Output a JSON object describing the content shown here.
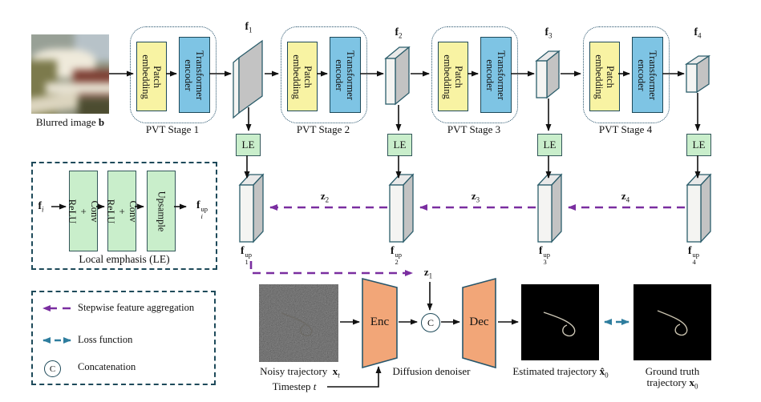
{
  "blurred": {
    "label": "Blurred image",
    "var": "b"
  },
  "stages": [
    {
      "name": "PVT Stage 1",
      "patch": "Patch\nembedding",
      "encoder": "Transformer\nencoder"
    },
    {
      "name": "PVT Stage 2",
      "patch": "Patch\nembedding",
      "encoder": "Transformer\nencoder"
    },
    {
      "name": "PVT Stage 3",
      "patch": "Patch\nembedding",
      "encoder": "Transformer\nencoder"
    },
    {
      "name": "PVT Stage 4",
      "patch": "Patch\nembedding",
      "encoder": "Transformer\nencoder"
    }
  ],
  "features": [
    {
      "base": "f",
      "sub": "1"
    },
    {
      "base": "f",
      "sub": "2"
    },
    {
      "base": "f",
      "sub": "3"
    },
    {
      "base": "f",
      "sub": "4"
    }
  ],
  "le_label": "LE",
  "up_features": [
    {
      "base": "f",
      "sub": "1",
      "sup": "up"
    },
    {
      "base": "f",
      "sub": "2",
      "sup": "up"
    },
    {
      "base": "f",
      "sub": "3",
      "sup": "up"
    },
    {
      "base": "f",
      "sub": "4",
      "sup": "up"
    }
  ],
  "z_links": [
    {
      "base": "z",
      "sub": "2"
    },
    {
      "base": "z",
      "sub": "3"
    },
    {
      "base": "z",
      "sub": "4"
    }
  ],
  "z1": {
    "base": "z",
    "sub": "1"
  },
  "le_detail": {
    "input": {
      "base": "f",
      "sub": "i"
    },
    "block1": "Conv + ReLU",
    "block2": "Conv + ReLU",
    "block3": "Upsample",
    "output": {
      "base": "f",
      "sub": "i",
      "sup": "up"
    },
    "caption": "Local emphasis (LE)"
  },
  "legend": {
    "stepwise": "Stepwise feature aggregation",
    "loss": "Loss function",
    "concat": "Concatenation",
    "concat_symbol": "C"
  },
  "denoiser": {
    "noisy_label": "Noisy trajectory",
    "noisy_var": {
      "base": "x",
      "sub": "t"
    },
    "timestep_label": "Timestep",
    "timestep_var": "t",
    "enc": "Enc",
    "dec": "Dec",
    "concat_symbol": "C",
    "label": "Diffusion denoiser",
    "estimated_label": "Estimated trajectory",
    "estimated_var": {
      "base": "x̂",
      "sub": "0"
    },
    "gt_label1": "Ground truth",
    "gt_label2": "trajectory",
    "gt_var": {
      "base": "x",
      "sub": "0"
    }
  },
  "colors": {
    "purple": "#7A2EA0",
    "teal": "#2E7D9E",
    "yellow": "#F8F3A3",
    "blue": "#7EC4E4",
    "green": "#C9EECB",
    "orange": "#F2A678",
    "navy": "#1E4A5A"
  }
}
